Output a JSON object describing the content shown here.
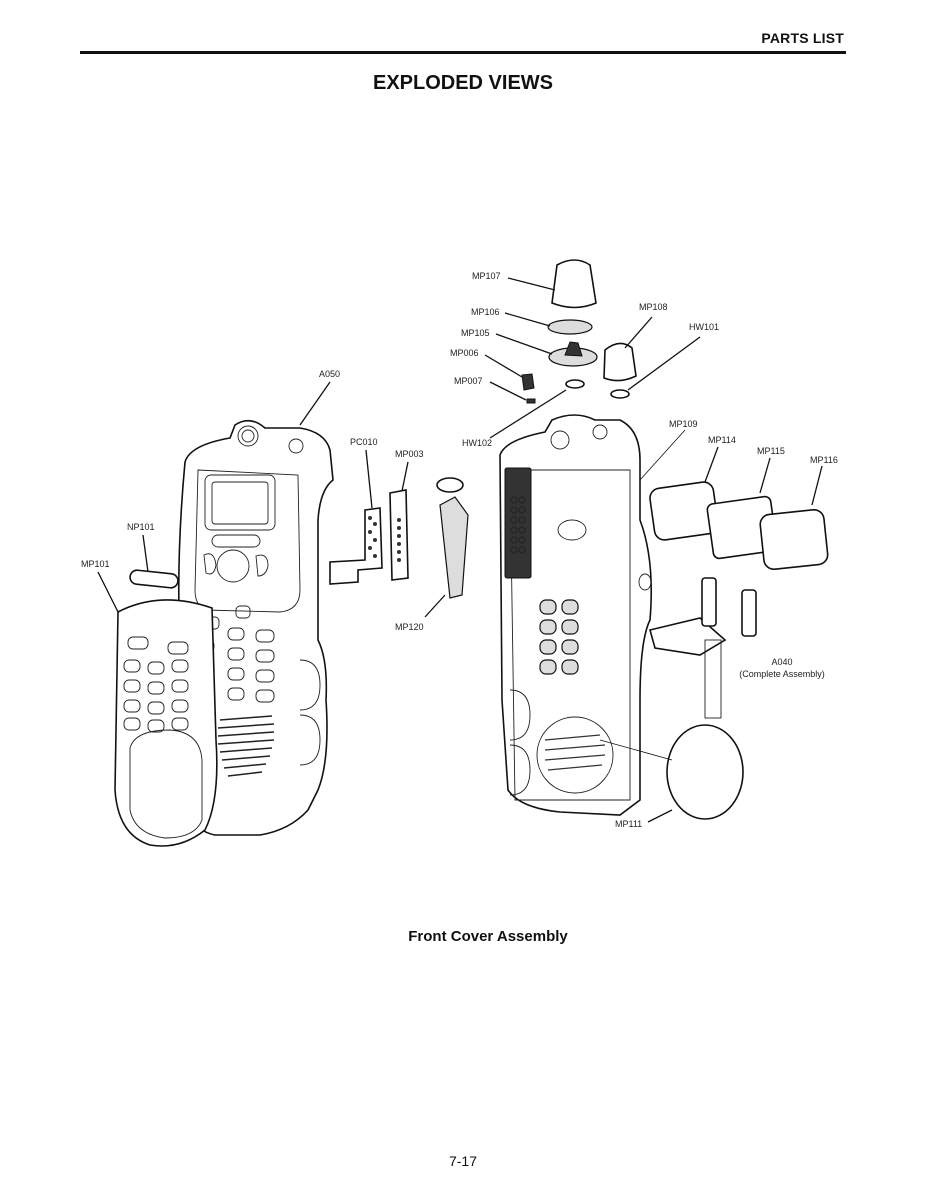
{
  "header": {
    "section": "PARTS LIST"
  },
  "title": "EXPLODED VIEWS",
  "caption": "Front Cover Assembly",
  "page_number": "7-17",
  "callouts": {
    "mp107": "MP107",
    "mp106": "MP106",
    "mp105": "MP105",
    "mp006": "MP006",
    "mp007": "MP007",
    "hw102": "HW102",
    "mp108": "MP108",
    "hw101": "HW101",
    "mp109": "MP109",
    "mp114": "MP114",
    "mp115": "MP115",
    "mp116": "MP116",
    "a040": "A040",
    "a040_note": "(Complete Assembly)",
    "mp111": "MP111",
    "a050": "A050",
    "pc010": "PC010",
    "mp003": "MP003",
    "np101": "NP101",
    "mp101": "MP101",
    "mp120": "MP120"
  }
}
